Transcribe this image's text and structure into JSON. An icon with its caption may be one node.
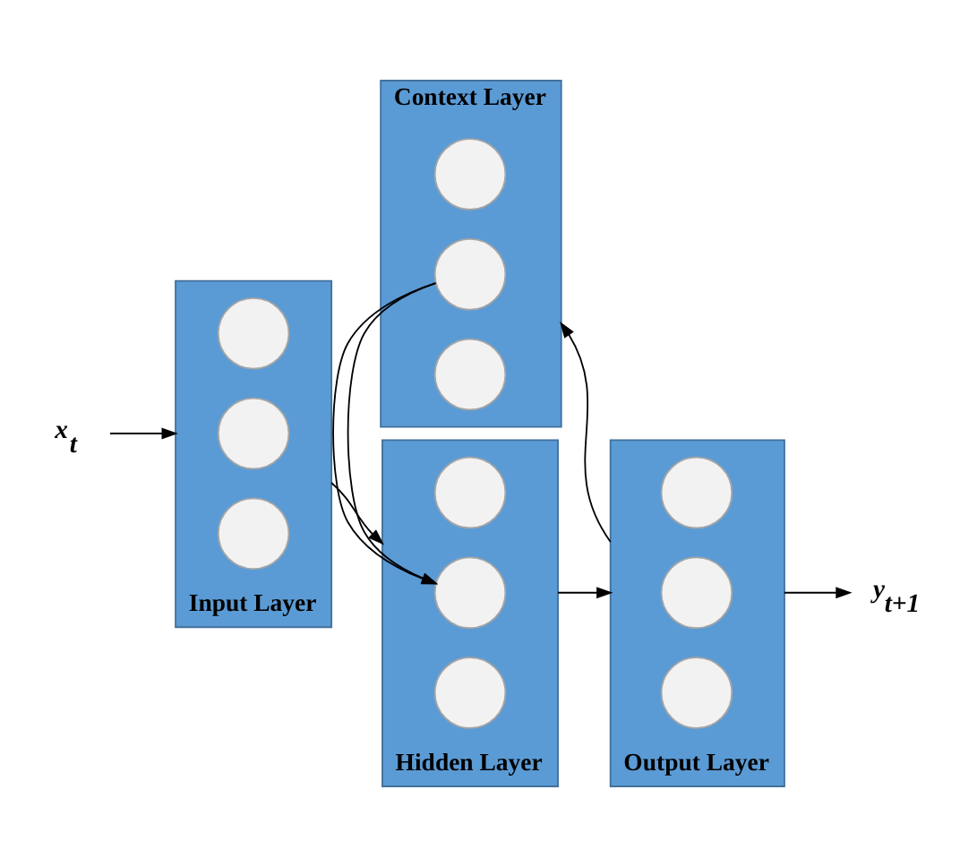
{
  "diagram": {
    "nodes": [
      {
        "text": [
          "Context Layer"
        ]
      },
      {
        "text": [],
        "shape": "circle",
        "in": 0
      },
      {
        "text": [],
        "shape": "circle",
        "in": 0
      },
      {
        "text": [],
        "shape": "circle",
        "in": 0
      },
      {
        "text": [
          "Input Layer"
        ]
      },
      {
        "text": [],
        "shape": "circle",
        "in": 4
      },
      {
        "text": [],
        "shape": "circle",
        "in": 4
      },
      {
        "text": [],
        "shape": "circle",
        "in": 4
      },
      {
        "text": [
          "Hidden Layer"
        ]
      },
      {
        "text": [],
        "shape": "circle",
        "in": 8
      },
      {
        "text": [],
        "shape": "circle",
        "in": 8
      },
      {
        "text": [],
        "shape": "circle",
        "in": 8
      },
      {
        "text": [
          "Output Layer"
        ]
      },
      {
        "text": [],
        "shape": "circle",
        "in": 12
      },
      {
        "text": [],
        "shape": "circle",
        "in": 12
      },
      {
        "text": [],
        "shape": "circle",
        "in": 12
      },
      {
        "text": [
          "x$_{t}$"
        ]
      },
      {
        "text": [
          "y$_{t+1}$"
        ]
      }
    ],
    "edges": [
      {
        "from": 16,
        "to": 4,
        "arrow": "to"
      },
      {
        "from": 4,
        "to": 8,
        "arrow": "to"
      },
      {
        "from": 8,
        "to": 12,
        "arrow": "to"
      },
      {
        "from": 12,
        "to": 17,
        "arrow": "to"
      },
      {
        "from": 12,
        "to": 0,
        "arrow": "to"
      },
      {
        "from": 0,
        "to": 8,
        "arrow": "to"
      }
    ]
  }
}
